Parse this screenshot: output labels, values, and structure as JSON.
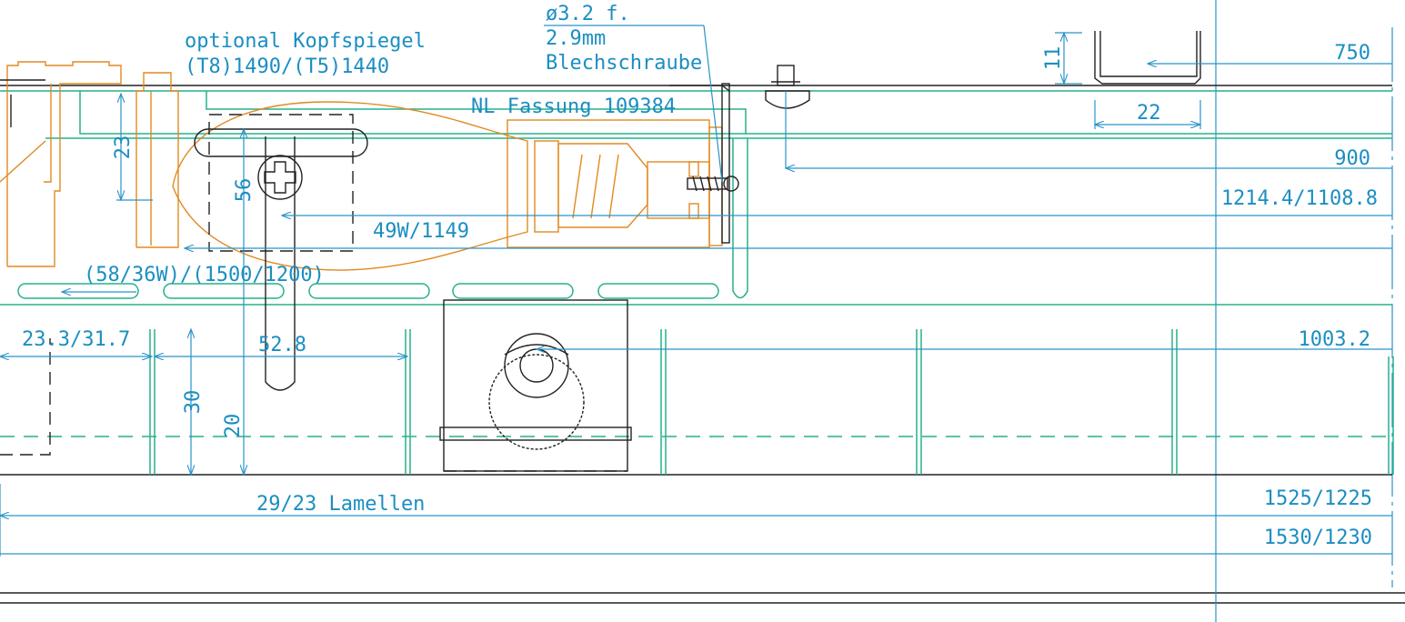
{
  "colors": {
    "dimension": "#1b8ec2",
    "profile": "#27b08b",
    "lamp": "#e08a22",
    "outline": "#222222"
  },
  "labels": {
    "screw_size_1": "ø3.2  f.",
    "screw_size_2": "2.9mm",
    "screw_type": "Blechschraube",
    "mirror_1": "optional  Kopfspiegel",
    "mirror_2": "(T8)1490/(T5)1440",
    "socket": "NL  Fassung  109384",
    "lamp_power": "49W/1149",
    "lamp_variants": "(58/36W)/(1500/1200)",
    "lamellae": "29/23  Lamellen"
  },
  "dimensions": {
    "d750": "750",
    "d900": "900",
    "d1214": "1214.4/1108.8",
    "d1003": "1003.2",
    "d1525": "1525/1225",
    "d1530": "1530/1230",
    "d11": "11",
    "d22": "22",
    "d23": "23",
    "d56": "56",
    "d23_3": "23.3/31.7",
    "d52_8": "52.8",
    "d30": "30",
    "d20": "20"
  }
}
